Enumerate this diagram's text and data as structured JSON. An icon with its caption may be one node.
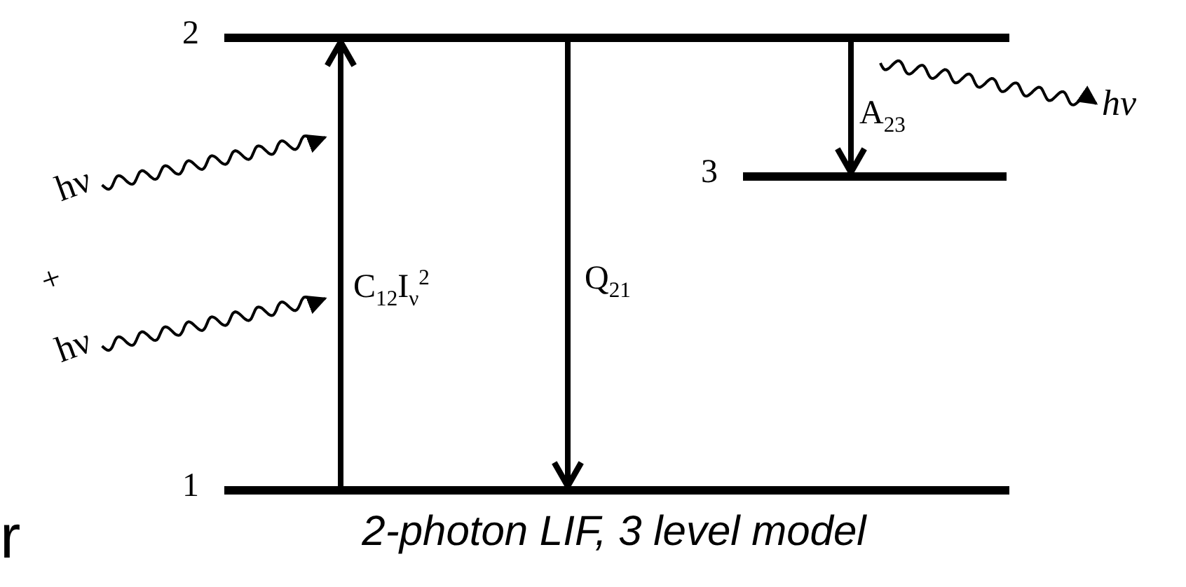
{
  "diagram": {
    "caption": "2-photon LIF, 3 level model",
    "nodes": [
      {
        "text": [],
        "shape": "bar",
        "beside": [
          "2"
        ]
      },
      {
        "text": [],
        "shape": "bar",
        "beside": [
          "3"
        ]
      },
      {
        "text": [],
        "shape": "bar",
        "beside": [
          "1"
        ]
      },
      {
        "text": [
          "hν"
        ]
      },
      {
        "text": [
          "hν"
        ]
      },
      {
        "text": [
          "hν"
        ]
      }
    ],
    "edges": [
      {
        "from": 2,
        "to": 0,
        "arrow": "to",
        "label": "C$_{12}$I$_{ν}$$^{2}$",
        "style": "thick"
      },
      {
        "from": 0,
        "to": 2,
        "arrow": "to",
        "label": "Q$_{21}$",
        "style": "thick"
      },
      {
        "from": 0,
        "to": 1,
        "arrow": "to",
        "label": "A$_{23}$",
        "style": "thick"
      },
      {
        "from": 3,
        "to": null,
        "arrow": "to"
      },
      {
        "from": 4,
        "to": null,
        "arrow": "to"
      },
      {
        "from": null,
        "to": 5,
        "arrow": "to"
      }
    ],
    "labels": [
      "+",
      "r"
    ]
  }
}
